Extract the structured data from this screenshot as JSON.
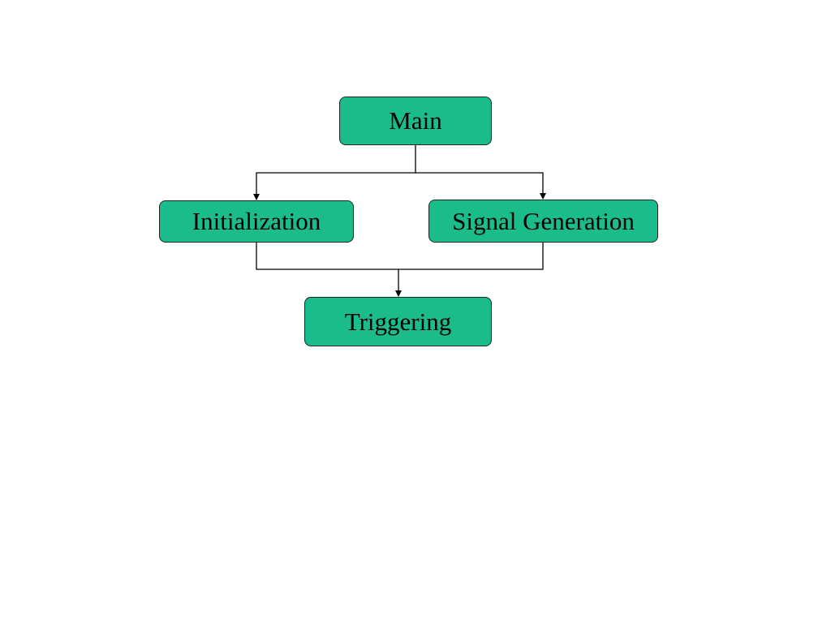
{
  "colors": {
    "node_fill": "#1abc8c",
    "connector": "#000000"
  },
  "nodes": {
    "main": {
      "label": "Main"
    },
    "initialization": {
      "label": "Initialization"
    },
    "signal_generation": {
      "label": "Signal Generation"
    },
    "triggering": {
      "label": "Triggering"
    }
  },
  "edges": [
    {
      "from": "Main",
      "to": "Initialization"
    },
    {
      "from": "Main",
      "to": "Signal Generation"
    },
    {
      "from": "Initialization",
      "to": "Triggering"
    },
    {
      "from": "Signal Generation",
      "to": "Triggering"
    }
  ]
}
